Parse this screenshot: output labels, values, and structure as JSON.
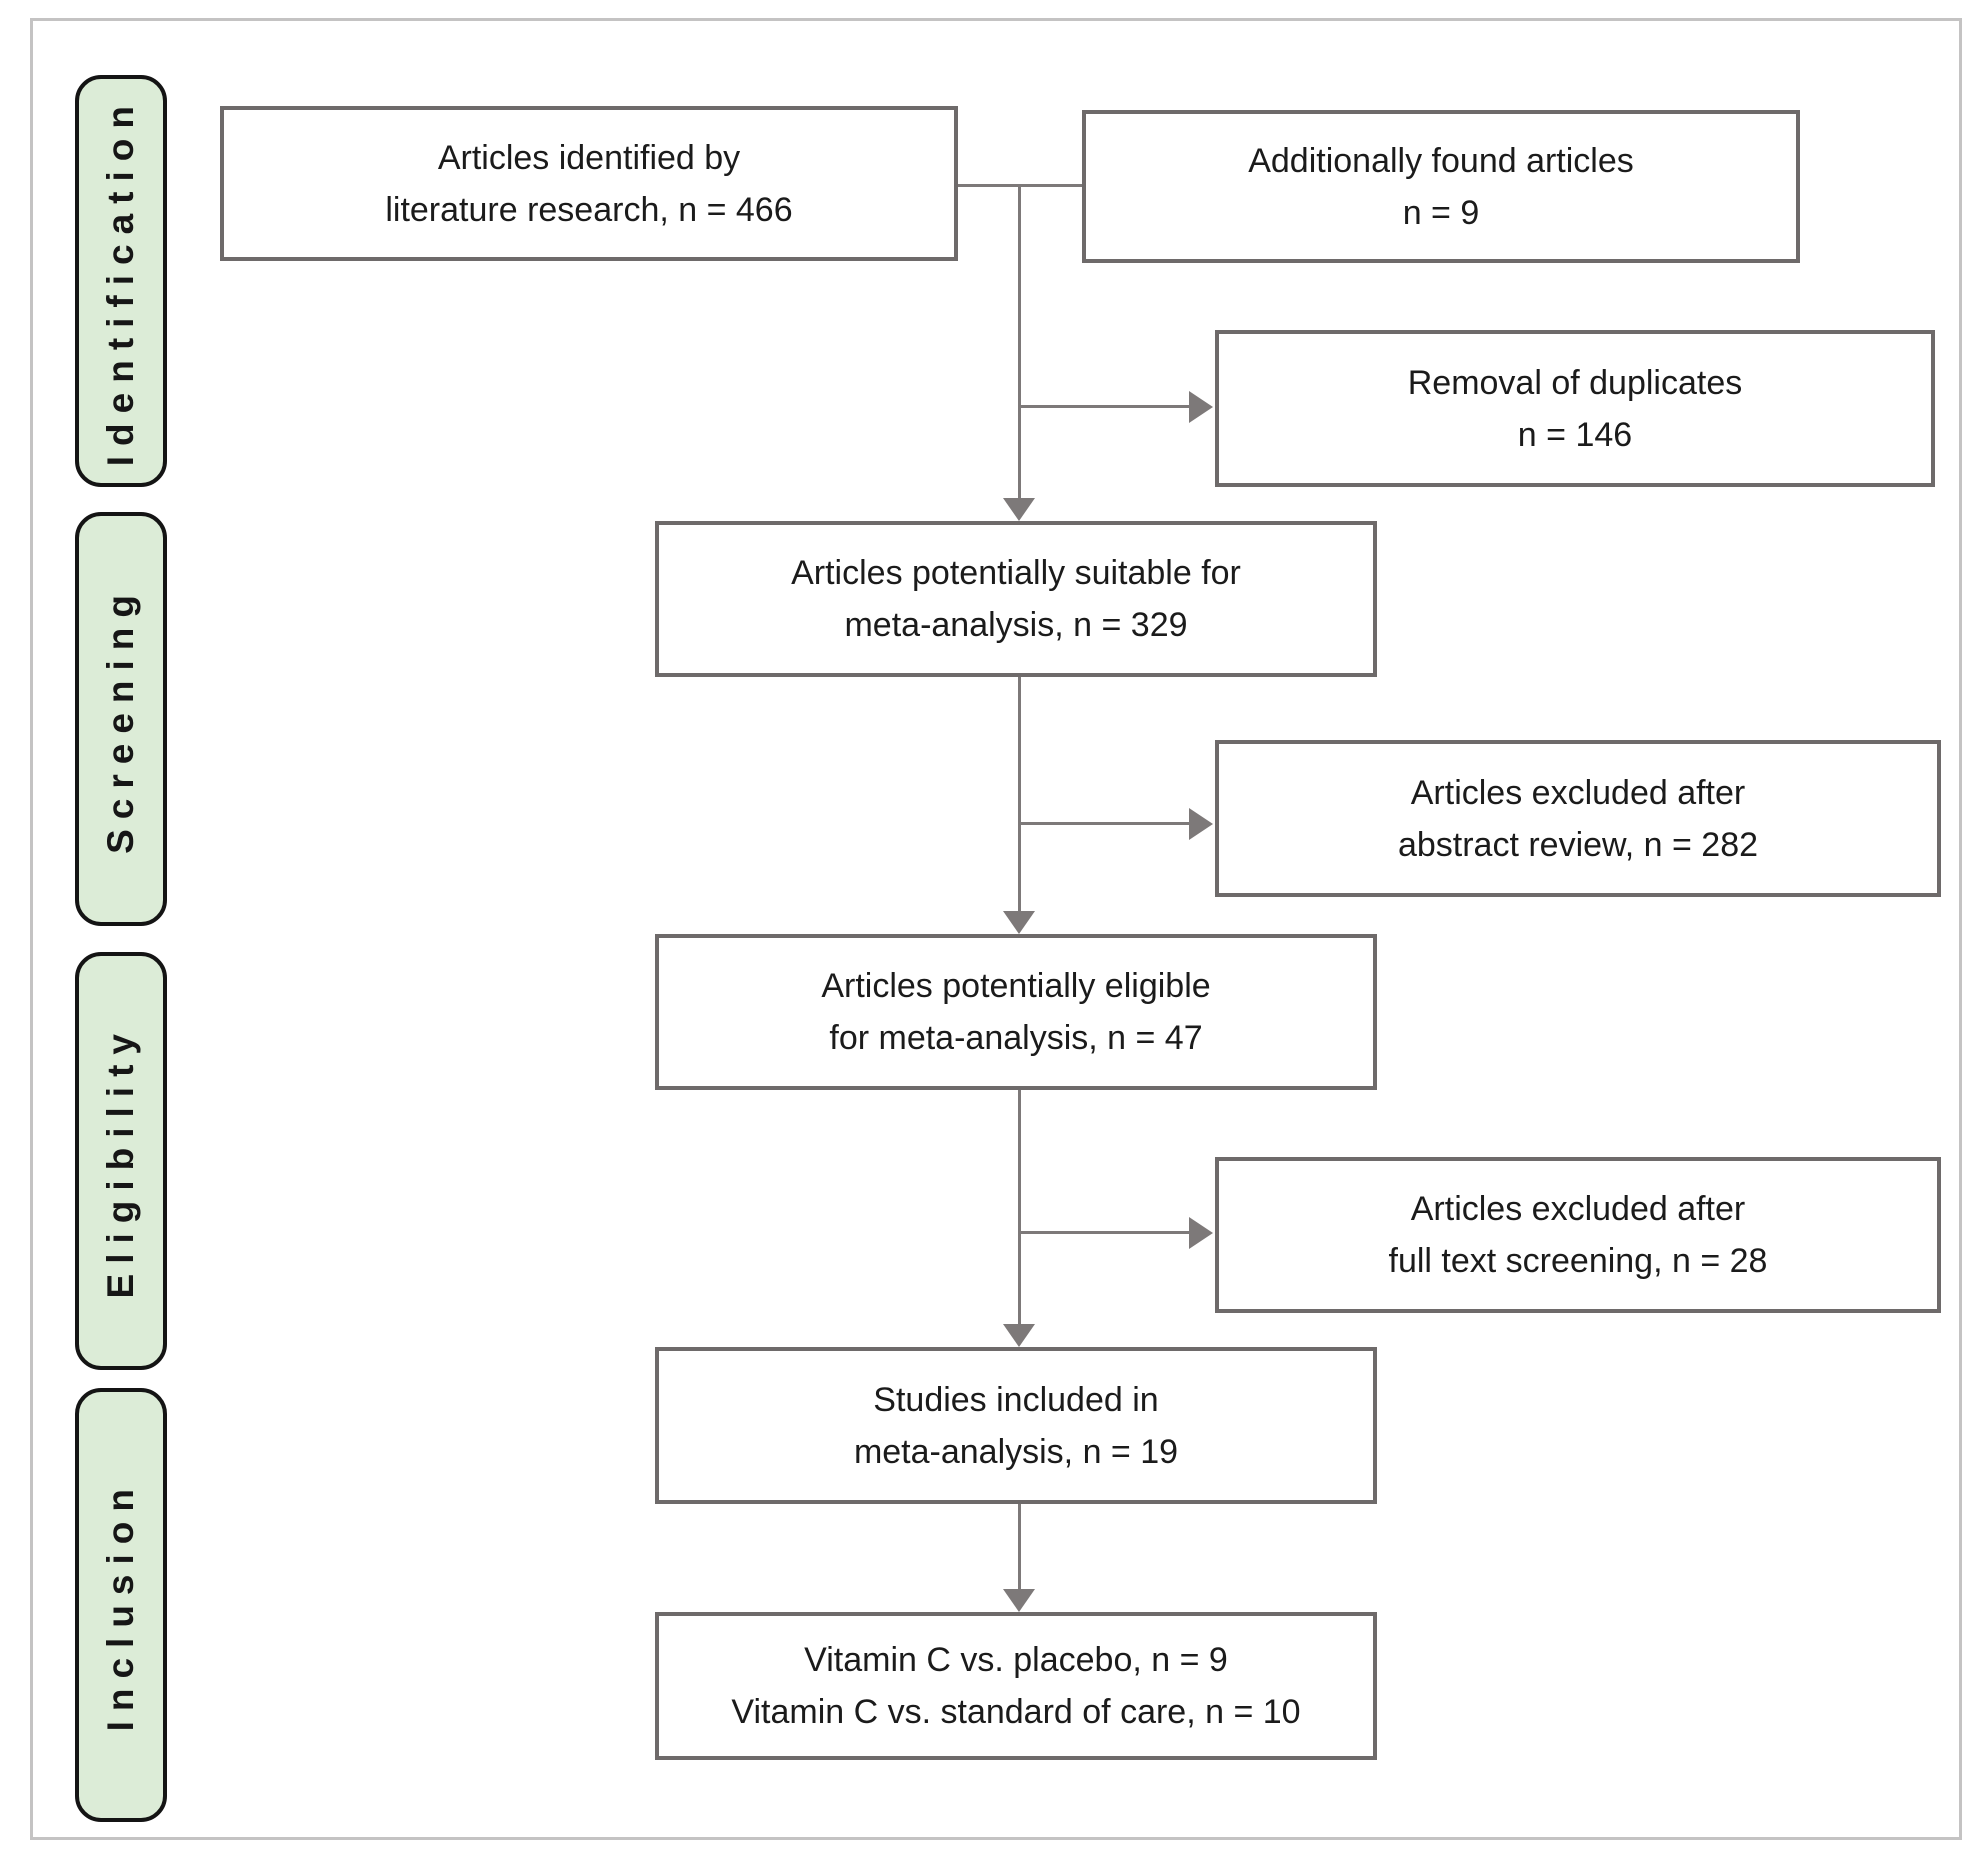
{
  "colors": {
    "stage_fill": "#dcecd7",
    "stage_border": "#141414",
    "box_border": "#6e6a6a",
    "arrow_gray": "#7d7979",
    "frame_border": "#c4c3c3",
    "text": "#1b1b1b"
  },
  "stages": [
    {
      "label": "Identification"
    },
    {
      "label": "Screening"
    },
    {
      "label": "Eligibility"
    },
    {
      "label": "Inclusion"
    }
  ],
  "boxes": [
    {
      "lines": [
        "Articles identified by",
        "literature research, n = 466"
      ]
    },
    {
      "lines": [
        "Additionally found articles",
        "n = 9"
      ]
    },
    {
      "lines": [
        "Removal of duplicates",
        "n = 146"
      ]
    },
    {
      "lines": [
        "Articles potentially suitable for",
        "meta-analysis, n = 329"
      ]
    },
    {
      "lines": [
        "Articles excluded after",
        "abstract review, n = 282"
      ]
    },
    {
      "lines": [
        "Articles potentially eligible",
        "for meta-analysis, n = 47"
      ]
    },
    {
      "lines": [
        "Articles excluded after",
        "full text screening, n = 28"
      ]
    },
    {
      "lines": [
        "Studies included in",
        "meta-analysis, n = 19"
      ]
    },
    {
      "lines": [
        "Vitamin C vs. placebo, n = 9",
        "Vitamin C vs. standard of care, n = 10"
      ]
    }
  ]
}
